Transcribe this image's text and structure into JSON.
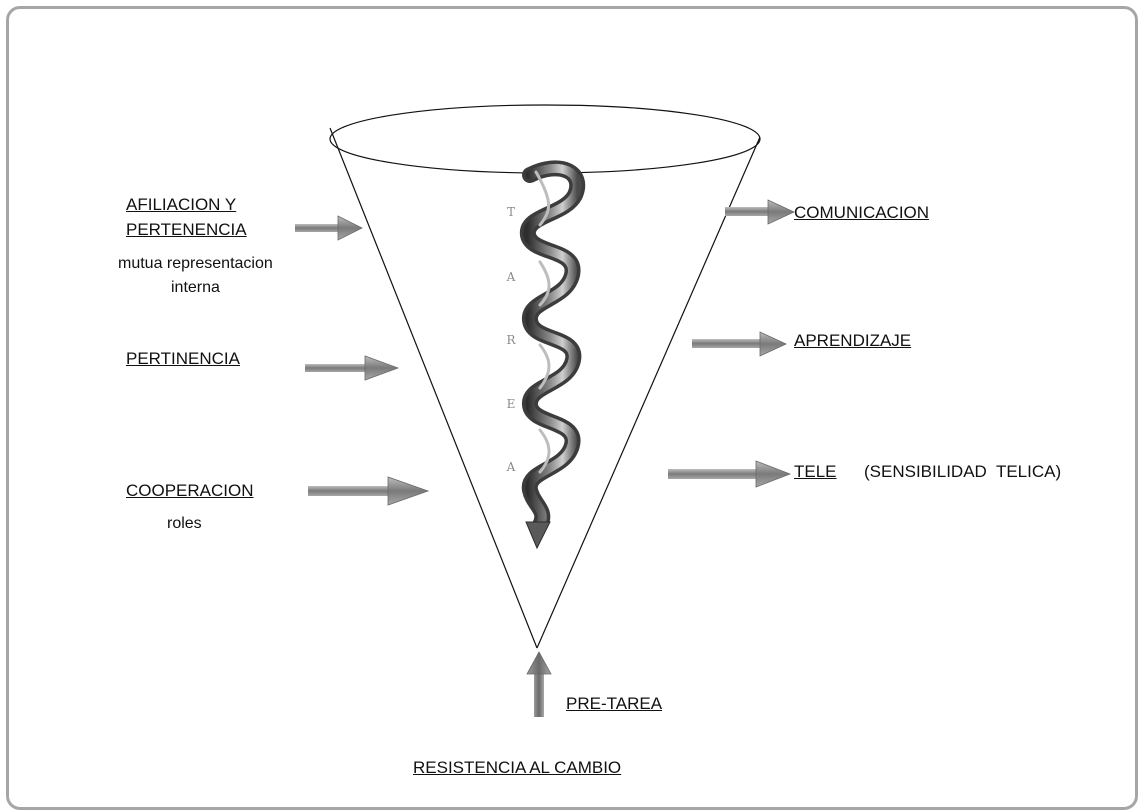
{
  "left_labels": {
    "afiliacion_line1": "AFILIACION Y",
    "afiliacion_line2": "PERTENENCIA",
    "afiliacion_note_line1": "mutua representacion",
    "afiliacion_note_line2": "interna",
    "pertinencia": "PERTINENCIA",
    "cooperacion": "COOPERACION",
    "cooperacion_note": "roles"
  },
  "right_labels": {
    "comunicacion": "COMUNICACION",
    "aprendizaje": "APRENDIZAJE",
    "tele": "TELE",
    "tele_note": "(SENSIBILIDAD  TELICA)"
  },
  "bottom_labels": {
    "pre_tarea": "PRE-TAREA",
    "resistencia": "RESISTENCIA AL CAMBIO"
  },
  "tarea_letters": [
    "T",
    "A",
    "R",
    "E",
    "A"
  ],
  "colors": {
    "frame_border": "#a6a6a6",
    "arrow_gray": "#8c8c8c",
    "spiral_dark": "#3c3c3c",
    "spiral_light": "#bdbdbd",
    "text": "#111111"
  }
}
